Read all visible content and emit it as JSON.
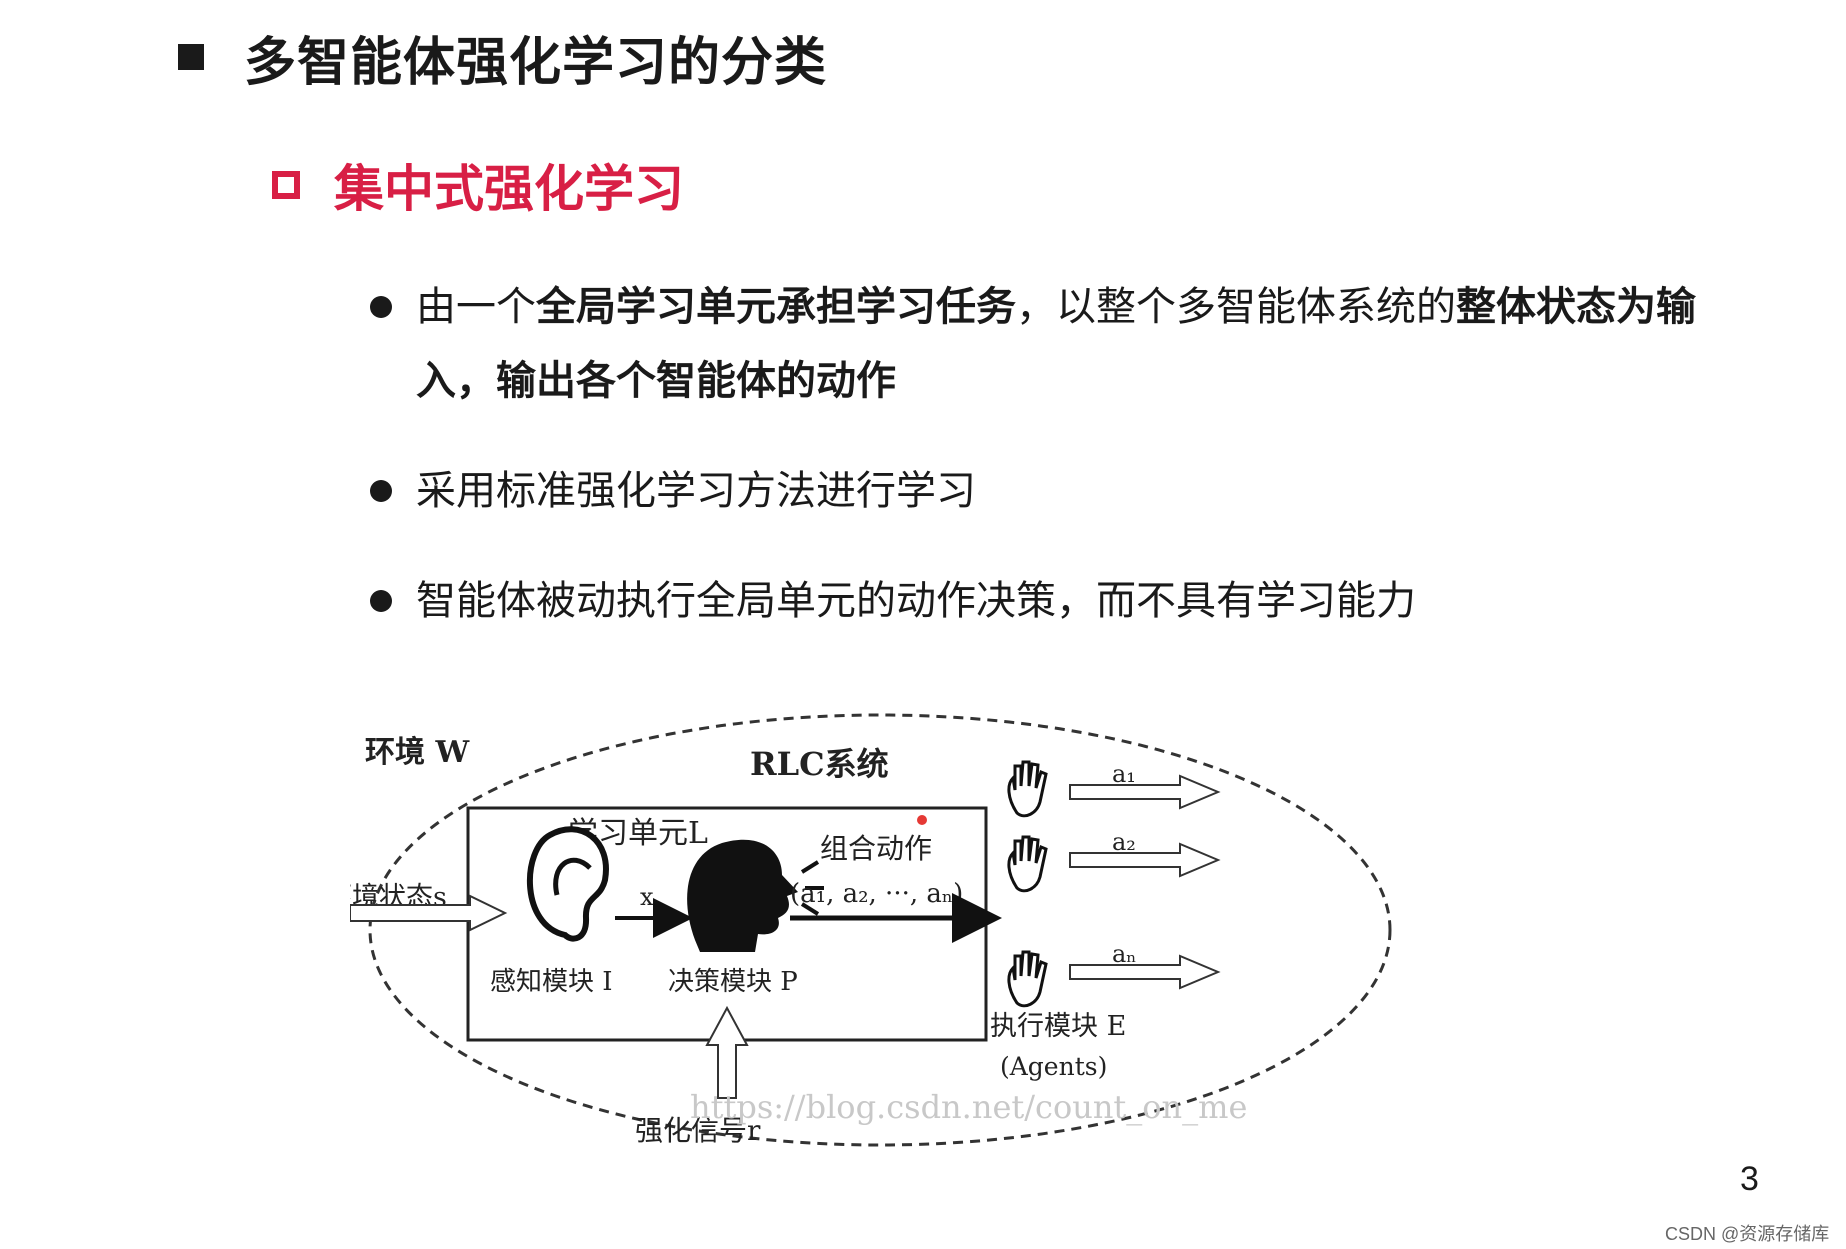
{
  "title": "多智能体强化学习的分类",
  "subtitle": "集中式强化学习",
  "bullets": [
    {
      "p1": "由一个",
      "b1": "全局学习单元承担学习任务",
      "p2": "，以整个多智能体系统的",
      "b2": "整体状态为输入，输出各个智能体的动作"
    },
    {
      "p1": "采用标准强化学习方法进行学习"
    },
    {
      "p1": "智能体被动执行全局单元的动作决策，而不具有学习能力"
    }
  ],
  "diagram": {
    "env_label": "环境 W",
    "system_label": "RLC系统",
    "learning_unit_label": "学习单元L",
    "env_state_label": "环境状态s",
    "x_label": "x",
    "perception_label": "感知模块 I",
    "decision_label": "决策模块 P",
    "combined_action_label": "组合动作",
    "action_tuple": "(a₁, a₂, ···, aₙ)",
    "action_labels": [
      "a₁",
      "a₂",
      "aₙ"
    ],
    "executor_label": "执行模块 E",
    "agents_label": "(Agents)",
    "reward_label": "强化信号r",
    "watermark": "https://blog.csdn.net/count_on_me"
  },
  "page_number": "3",
  "footer": "CSDN @资源存储库"
}
